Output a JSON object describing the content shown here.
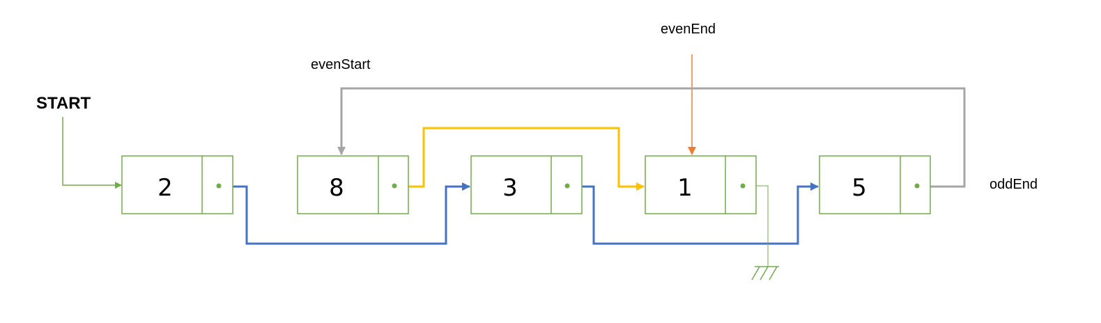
{
  "labels": {
    "start": "START",
    "even_start": "evenStart",
    "even_end": "evenEnd",
    "odd_end": "oddEnd"
  },
  "nodes": [
    {
      "value": "2"
    },
    {
      "value": "8"
    },
    {
      "value": "3"
    },
    {
      "value": "1"
    },
    {
      "value": "5"
    }
  ],
  "colors": {
    "node_border": "#70ad47",
    "odd_link": "#4472c4",
    "even_link": "#ffc000",
    "loop_link": "#a5a5a5",
    "even_end_pointer": "#ed7d31",
    "start_pointer": "#70ad47",
    "ground": "#70ad47"
  }
}
